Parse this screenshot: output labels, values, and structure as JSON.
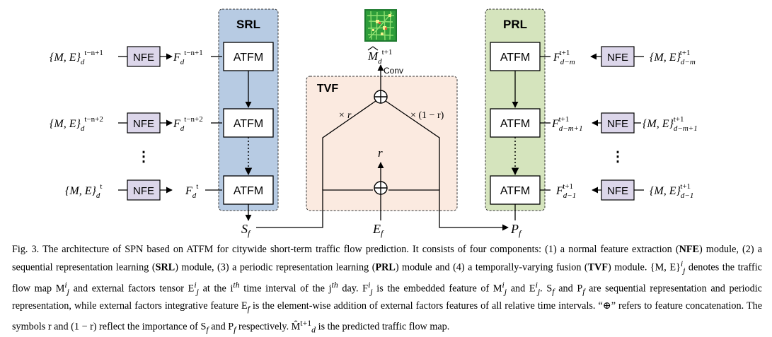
{
  "figure": {
    "panels": {
      "srl": "SRL",
      "prl": "PRL",
      "tvf": "TVF"
    },
    "module_label": "ATFM",
    "nfe_label": "NFE",
    "conv_label": "Conv",
    "weight_r": "× r",
    "weight_1mr": "× (1 − r)",
    "r_symbol": "r",
    "outputs": {
      "sf": "Sf",
      "ef": "Ef",
      "pf": "Pf",
      "prediction": "M̂d^t+1"
    },
    "left_inputs": [
      {
        "input": "{M, E}d^t−n+1",
        "feature": "Fd^t−n+1"
      },
      {
        "input": "{M, E}d^t−n+2",
        "feature": "Fd^t−n+2"
      },
      {
        "input": "{M, E}d^t",
        "feature": "Fd^t"
      }
    ],
    "right_inputs": [
      {
        "input": "{M, E}d−m^t+1",
        "feature": "Fd−m^t+1"
      },
      {
        "input": "{M, E}d−m+1^t+1",
        "feature": "Fd−m+1^t+1"
      },
      {
        "input": "{M, E}d−1^t+1",
        "feature": "Fd−1^t+1"
      }
    ],
    "colors": {
      "srl_fill": "#b7cbe3",
      "prl_fill": "#d5e4bd",
      "tvf_fill": "#fbeae0",
      "nfe_fill": "#dcd6ea",
      "heatmap_green": "#2e9e3a"
    },
    "icons": {
      "prediction": "traffic-heatmap-icon",
      "concat": "circled-plus-icon"
    }
  },
  "caption": {
    "t01": "Fig. 3.   The architecture of SPN based on ATFM for citywide short-term traffic flow prediction. It consists of four components: (1) a normal feature extraction (",
    "t02": "NFE",
    "t03": ") module, (2) a sequential representation learning (",
    "t04": "SRL",
    "t05": ") module, (3) a periodic representation learning (",
    "t06": "PRL",
    "t07": ") module and (4) a temporally-varying fusion (",
    "t08": "TVF",
    "t09": ") module. {M, E}",
    "t10": "i",
    "t11": "j",
    "t12": " denotes the traffic flow map M",
    "t13": "i",
    "t14": "j",
    "t15": " and external factors tensor E",
    "t16": "i",
    "t17": "j",
    "t18": " at the i",
    "t19": "th",
    "t20": " time interval of the j",
    "t21": "th",
    "t22": " day. F",
    "t23": "i",
    "t24": "j",
    "t25": " is the embedded feature of M",
    "t26": "i",
    "t27": "j",
    "t28": " and E",
    "t29": "i",
    "t30": "j",
    "t31": ". S",
    "t32": "f",
    "t33": " and P",
    "t34": "f",
    "t35": " are sequential representation and periodic representation, while external factors integrative feature E",
    "t36": "f",
    "t37": " is the element-wise addition of external factors features of all relative time intervals. “⊕” refers to feature concatenation. The symbols r and (1 − r) reflect the importance of S",
    "t38": "f",
    "t39": " and P",
    "t40": "f",
    "t41": " respectively. M̂",
    "t42": "t+1",
    "t43": "d",
    "t44": " is the predicted traffic flow map."
  }
}
